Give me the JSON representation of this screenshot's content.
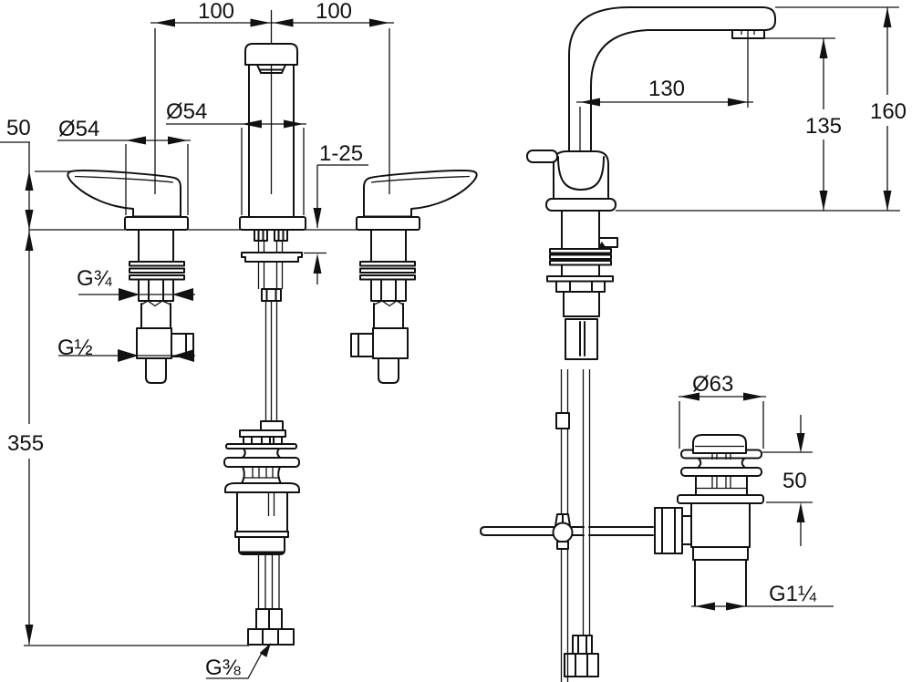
{
  "drawing": {
    "colors": {
      "ink": "#111111",
      "paper": "#ffffff"
    },
    "front": {
      "spacing_left": "100",
      "spacing_right": "100",
      "handle_rosette_diameter": "Ø54",
      "spout_rosette_diameter": "Ø54",
      "handle_height": "50",
      "deck_thickness_range": "1-25",
      "shank_thread": "G¾",
      "inlet_thread": "G½",
      "below_deck_height": "355",
      "hose_thread": "G⅜"
    },
    "side": {
      "spout_reach": "130",
      "outlet_height": "135",
      "overall_height": "160",
      "waste_flange_diameter": "Ø63",
      "waste_clamp_height": "50",
      "waste_thread": "G1¼"
    }
  }
}
